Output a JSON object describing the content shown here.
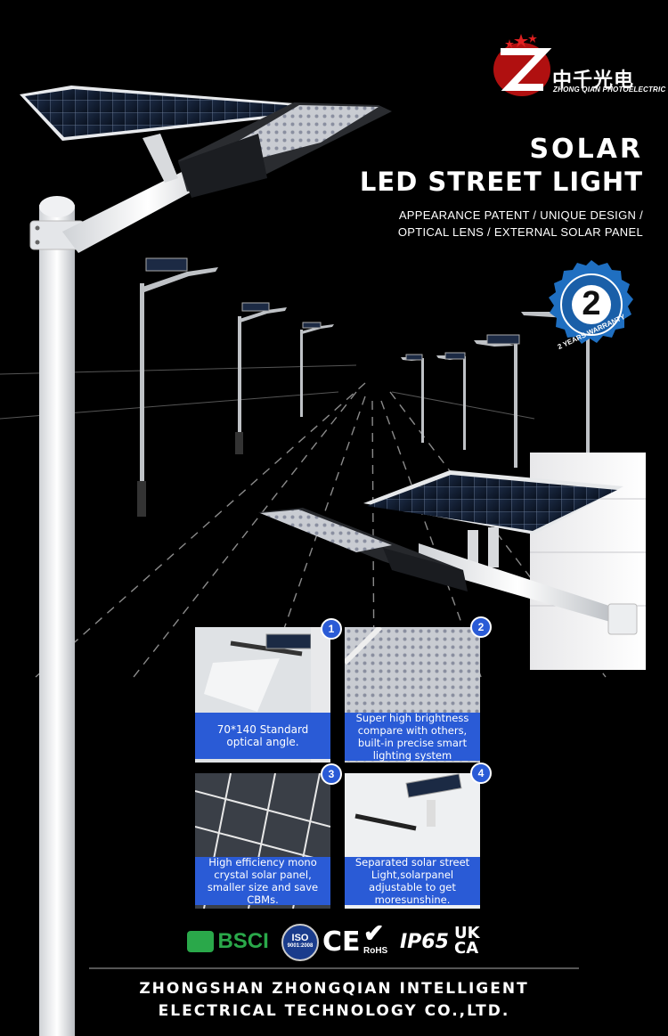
{
  "brand": {
    "name_cn": "中千光电",
    "name_en": "ZHONG QIAN PHOTOELECTRIC"
  },
  "headline": {
    "line1": "SOLAR",
    "line2": "LED STREET LIGHT"
  },
  "features": {
    "line1": "APPEARANCE PATENT / UNIQUE DESIGN /",
    "line2": "OPTICAL LENS  / EXTERNAL SOLAR PANEL"
  },
  "warranty": {
    "number": "2",
    "text": "2 YEARS WARRANTY"
  },
  "cards": [
    {
      "num": "1",
      "caption": "70*140 Standard optical angle."
    },
    {
      "num": "2",
      "caption": "Super high brightness compare with others, built-in precise smart lighting system"
    },
    {
      "num": "3",
      "caption": "High efficiency mono crystal solar panel, smaller size and save CBMs."
    },
    {
      "num": "4",
      "caption": "Separated solar street Light,solarpanel adjustable to get moresunshine."
    }
  ],
  "certs": {
    "bsci": "BSCI",
    "iso": "ISO",
    "iso_sub": "9001:2008",
    "ce": "CE",
    "rohs": "RoHS",
    "ip": "IP65",
    "ukca_top": "UK",
    "ukca_bottom": "CA"
  },
  "company": {
    "line1": "ZHONGSHAN ZHONGQIAN INTELLIGENT",
    "line2": "ELECTRICAL TECHNOLOGY CO.,LTD."
  },
  "colors": {
    "accent_blue": "#2a5bd6",
    "logo_red": "#e02020",
    "background": "#000000"
  }
}
